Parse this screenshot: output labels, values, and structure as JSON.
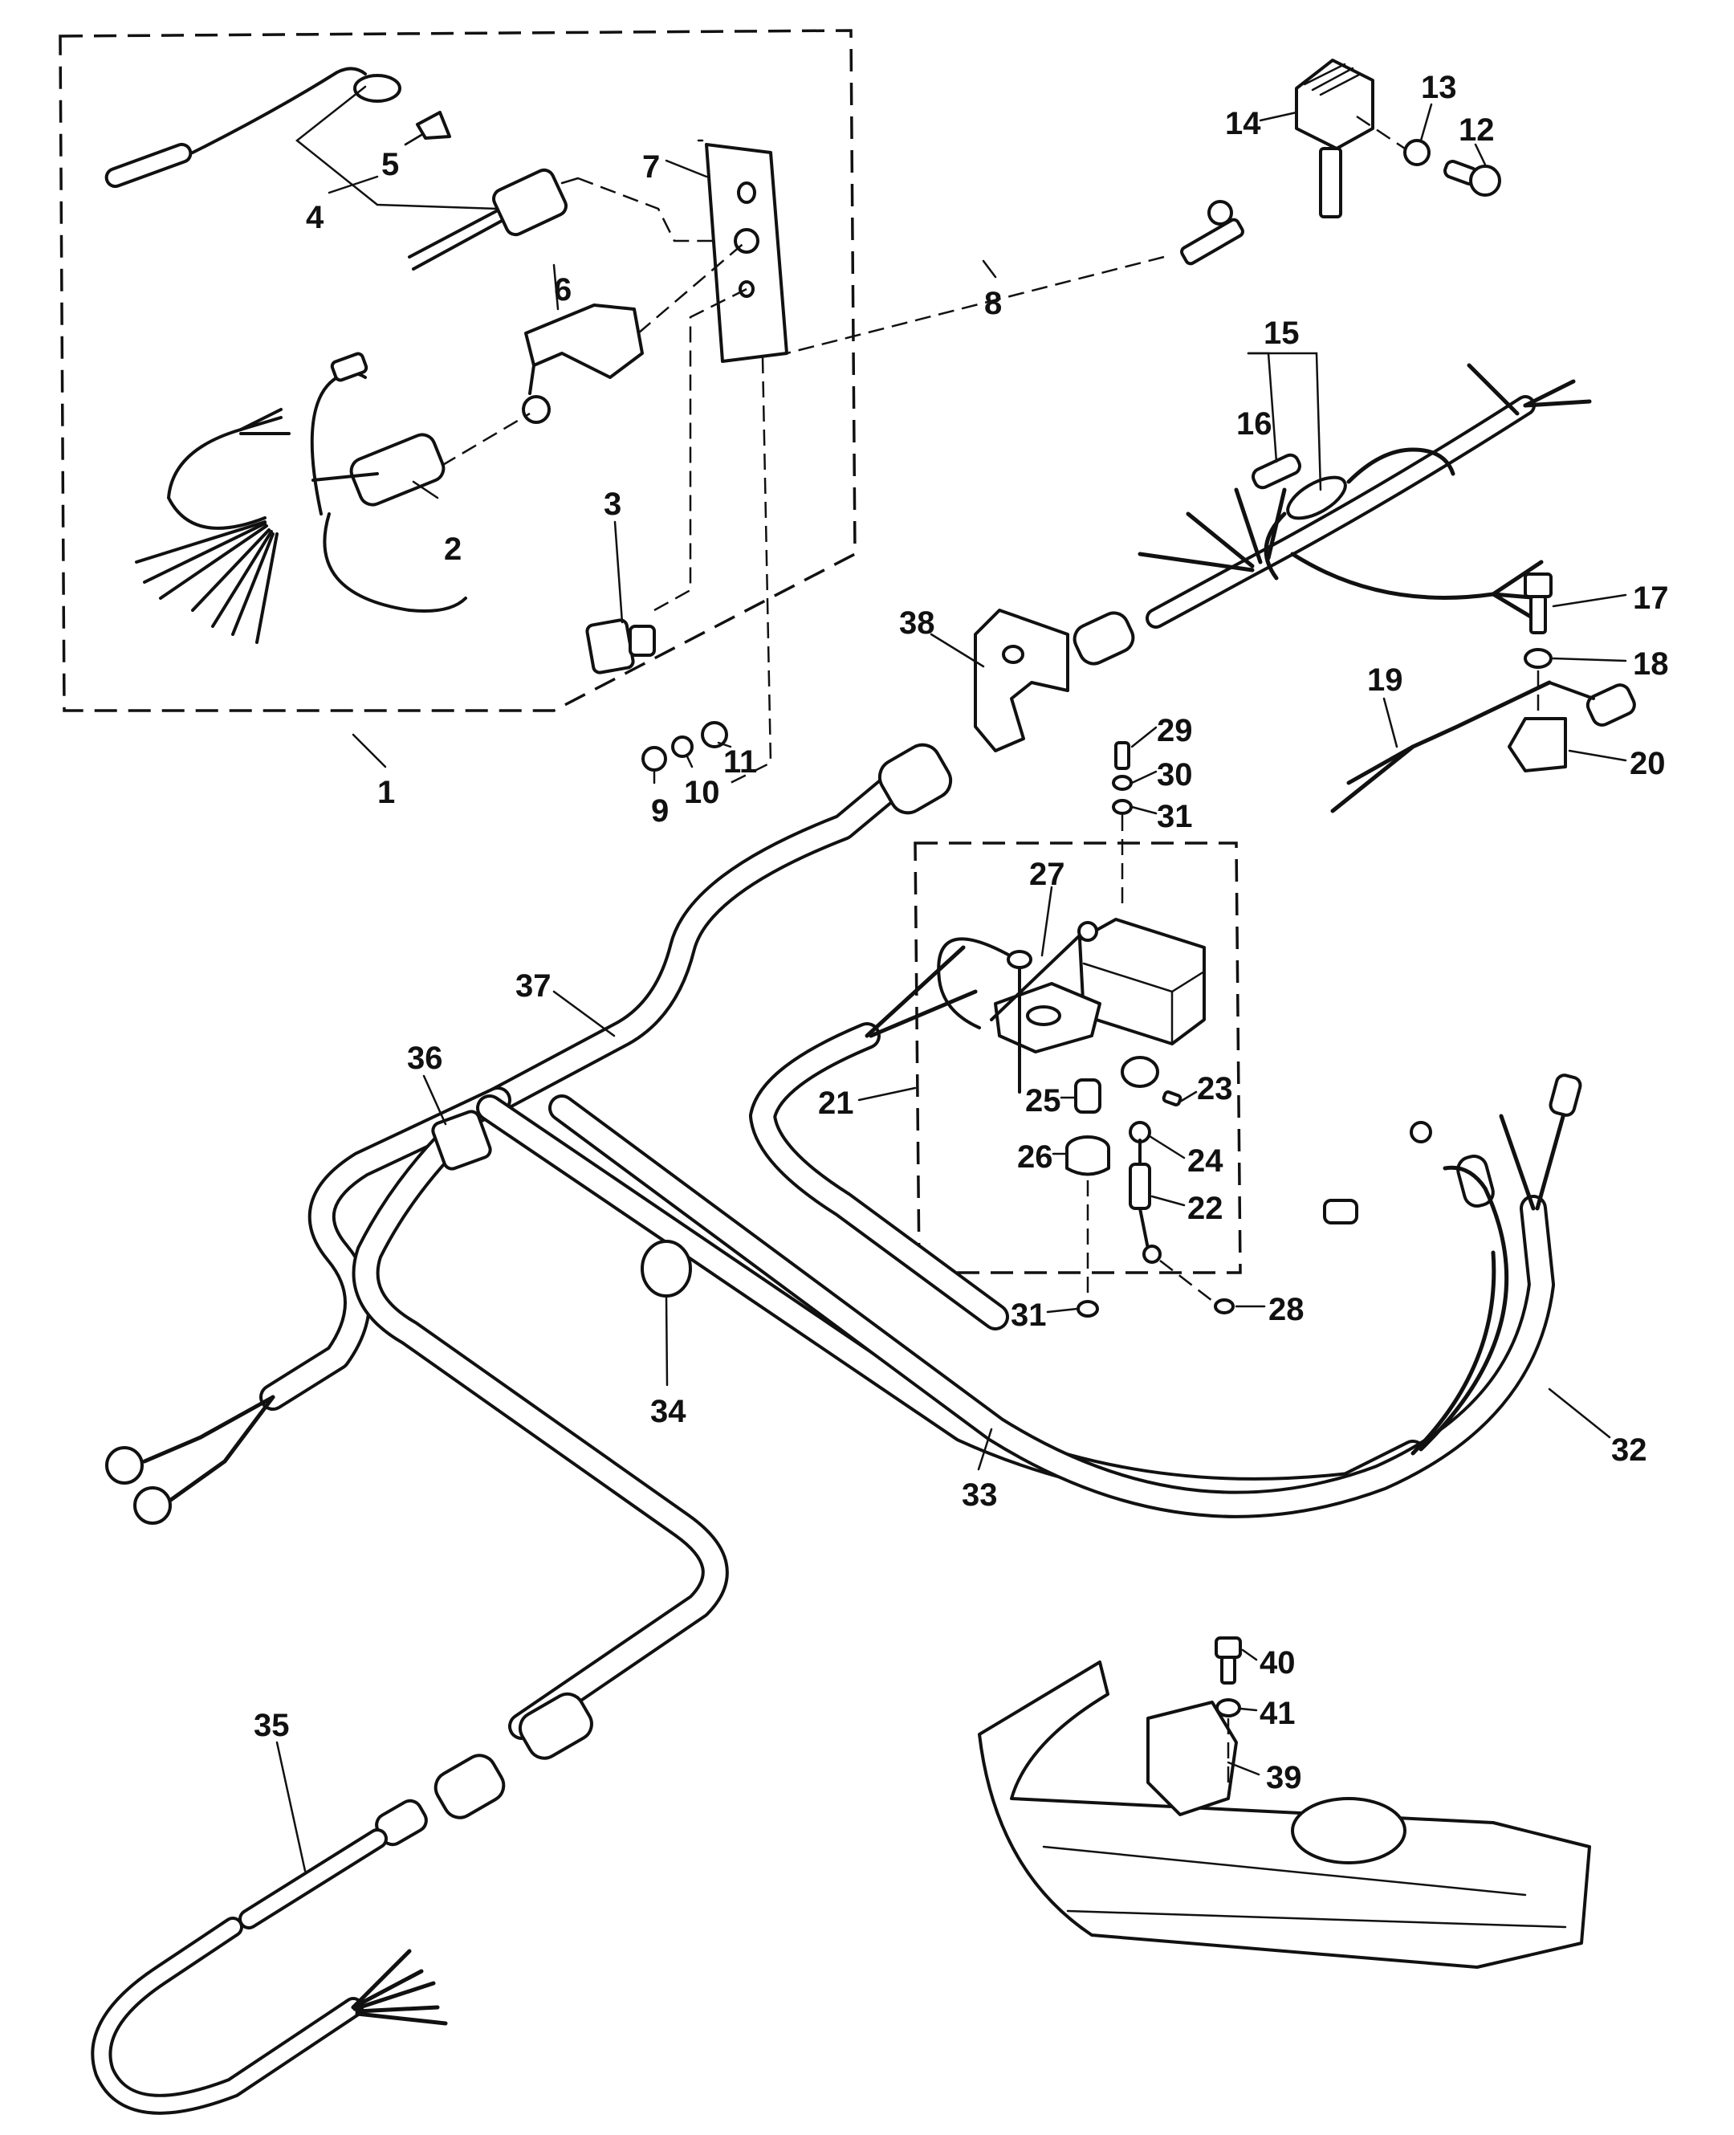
{
  "diagram": {
    "type": "exploded-parts-diagram",
    "subject": "Outboard wiring harness / ignition switch / starter solenoid assembly",
    "style": {
      "line_color": "#111111",
      "background": "#ffffff"
    },
    "callouts": [
      {
        "id": "1",
        "label": "1",
        "part": "ignition switch kit (dashed group)"
      },
      {
        "id": "2",
        "label": "2",
        "part": "ignition switch with harness"
      },
      {
        "id": "3",
        "label": "3",
        "part": "push button switch"
      },
      {
        "id": "4",
        "label": "4",
        "part": "lanyard stop switch"
      },
      {
        "id": "5",
        "label": "5",
        "part": "lanyard clip"
      },
      {
        "id": "6",
        "label": "6",
        "part": "bracket"
      },
      {
        "id": "7",
        "label": "7",
        "part": "mounting plate"
      },
      {
        "id": "8",
        "label": "8",
        "part": "screw"
      },
      {
        "id": "9",
        "label": "9",
        "part": "nut"
      },
      {
        "id": "10",
        "label": "10",
        "part": "lock washer"
      },
      {
        "id": "11",
        "label": "11",
        "part": "washer"
      },
      {
        "id": "12",
        "label": "12",
        "part": "screw"
      },
      {
        "id": "13",
        "label": "13",
        "part": "washer"
      },
      {
        "id": "14",
        "label": "14",
        "part": "rectifier"
      },
      {
        "id": "15",
        "label": "15",
        "part": "engine wiring harness"
      },
      {
        "id": "16",
        "label": "16",
        "part": "fuse"
      },
      {
        "id": "17",
        "label": "17",
        "part": "bolt"
      },
      {
        "id": "18",
        "label": "18",
        "part": "washer"
      },
      {
        "id": "19",
        "label": "19",
        "part": "lead"
      },
      {
        "id": "20",
        "label": "20",
        "part": "clip"
      },
      {
        "id": "21",
        "label": "21",
        "part": "starter solenoid assembly (dashed group)"
      },
      {
        "id": "22",
        "label": "22",
        "part": "spring"
      },
      {
        "id": "23",
        "label": "23",
        "part": "terminal"
      },
      {
        "id": "24",
        "label": "24",
        "part": "link"
      },
      {
        "id": "25",
        "label": "25",
        "part": "sleeve"
      },
      {
        "id": "26",
        "label": "26",
        "part": "grommet"
      },
      {
        "id": "27",
        "label": "27",
        "part": "lead"
      },
      {
        "id": "28",
        "label": "28",
        "part": "clip"
      },
      {
        "id": "29",
        "label": "29",
        "part": "screw"
      },
      {
        "id": "30",
        "label": "30",
        "part": "lock washer"
      },
      {
        "id": "31",
        "label": "31",
        "part": "washer"
      },
      {
        "id": "31b",
        "label": "31",
        "part": "washer"
      },
      {
        "id": "32",
        "label": "32",
        "part": "battery cable"
      },
      {
        "id": "33",
        "label": "33",
        "part": "starter cable"
      },
      {
        "id": "34",
        "label": "34",
        "part": "plug"
      },
      {
        "id": "35",
        "label": "35",
        "part": "remote harness"
      },
      {
        "id": "36",
        "label": "36",
        "part": "cable grommet"
      },
      {
        "id": "37",
        "label": "37",
        "part": "main harness"
      },
      {
        "id": "38",
        "label": "38",
        "part": "harness bracket"
      },
      {
        "id": "39",
        "label": "39",
        "part": "bracket"
      },
      {
        "id": "40",
        "label": "40",
        "part": "bolt"
      },
      {
        "id": "41",
        "label": "41",
        "part": "washer"
      }
    ]
  }
}
